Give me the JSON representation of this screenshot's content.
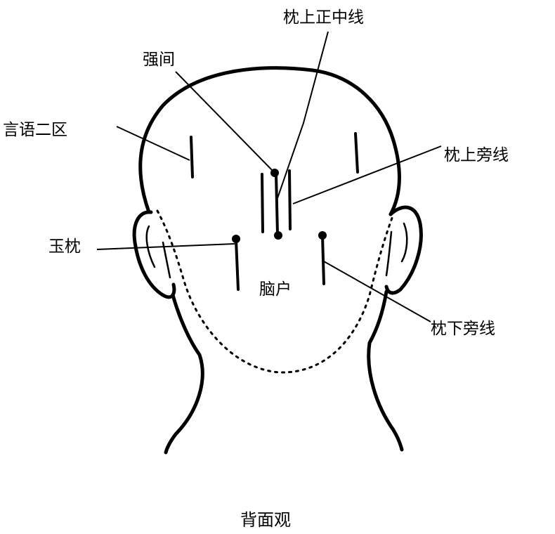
{
  "labels": {
    "zhen_shang_zheng_zhong_xian": "枕上正中线",
    "qiang_jian": "强间",
    "yan_yu_er_qu": "言语二区",
    "zhen_shang_pang_xian": "枕上旁线",
    "yu_zhen": "玉枕",
    "nao_hu": "脑户",
    "zhen_xia_pang_xian": "枕下旁线"
  },
  "caption": "背面观"
}
